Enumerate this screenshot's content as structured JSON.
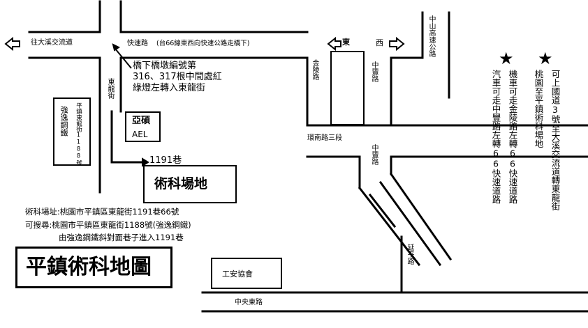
{
  "roads": {
    "expressway": "快速路",
    "expressway_note": "(台66線東西向快速公路走橋下)",
    "to_daxi": "往大溪交流道",
    "donglong_st": "東龍街",
    "jinling_rd": "金陵路",
    "zhongfeng_rd_north": "中豐路",
    "zhongfeng_rd_south": "中豐路",
    "huannan_rd": "環南路三段",
    "yanping_rd": "延平路",
    "zhongyang_east_rd": "中央東路",
    "expressway_north": "中山高速公路",
    "east": "東",
    "west": "西",
    "lane_1191": "1191巷"
  },
  "landmarks": {
    "qiangyi_steel": "強逸鋼鐵",
    "qiangyi_address": "平鎮東龍街1188號",
    "yashuo": "亞碩",
    "ael": "AEL",
    "venue": "術科場地",
    "labor_safety": "工安協會"
  },
  "instruction": {
    "line1": "橋下橋墩編號第",
    "line2": "316、317根中間處紅",
    "line3": "綠燈左轉入東龍街"
  },
  "address": {
    "venue_label": "術科場址:",
    "venue_value": "桃園市平鎮區東龍街1191巷66號",
    "inquiry_label": "可搜尋:",
    "inquiry_value": "桃園市平鎮區東龍街1188號(強逸鋼鐵)",
    "inquiry_line2": "由強逸鋼鐵斜對面巷子進入1191巷"
  },
  "title": "平鎮術科地圖",
  "notes": {
    "star": "★",
    "scooter": "機車可走金陵路左轉66快速道路",
    "car": "汽車可走中豐路左轉66快速道路",
    "highway": "可上國道3號至大溪交流道轉東龍街",
    "highway_prefix": "桃園至平鎮術科場地"
  },
  "colors": {
    "line": "#000000",
    "background": "#ffffff"
  }
}
